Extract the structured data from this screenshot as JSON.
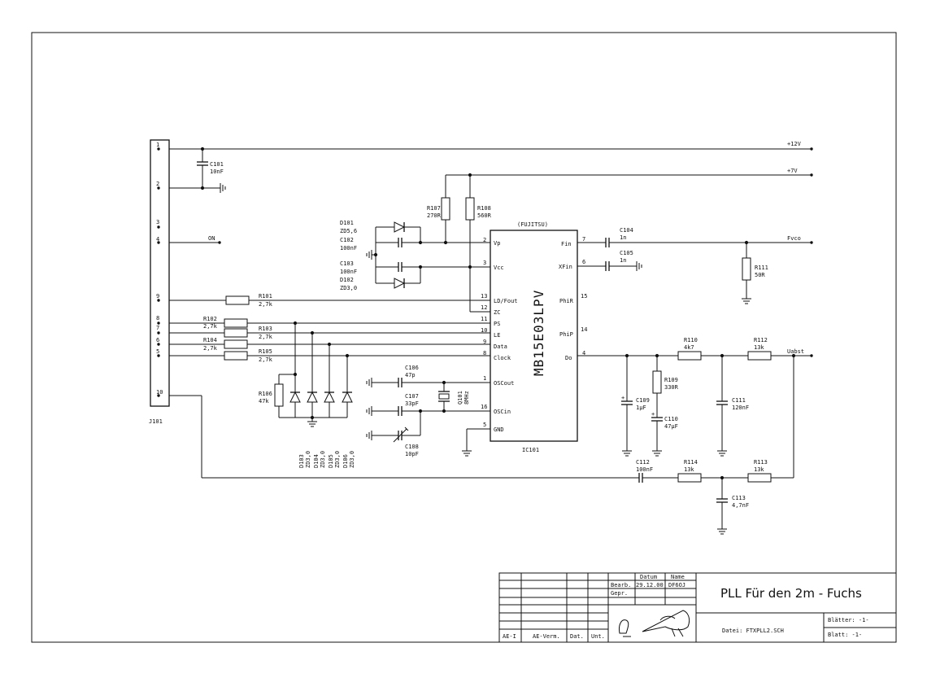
{
  "connector": {
    "ref": "J101",
    "pins": [
      "1",
      "2",
      "3",
      "4",
      "9",
      "8",
      "7",
      "6",
      "5",
      "10"
    ]
  },
  "nets": {
    "p12v": "+12V",
    "p7v": "+7V",
    "on": "ON",
    "fvco": "Fvco",
    "uabst": "Uabst"
  },
  "ic": {
    "maker": "(FUJITSU)",
    "part": "MB15E03LPV",
    "ref": "IC101",
    "left_pins": [
      {
        "num": "2",
        "name": "Vp"
      },
      {
        "num": "3",
        "name": "Vcc"
      },
      {
        "num": "13",
        "name": "LD/Fout"
      },
      {
        "num": "12",
        "name": "ZC"
      },
      {
        "num": "11",
        "name": "PS"
      },
      {
        "num": "10",
        "name": "LE"
      },
      {
        "num": "9",
        "name": "Data"
      },
      {
        "num": "8",
        "name": "Clock"
      },
      {
        "num": "1",
        "name": "OSCout"
      },
      {
        "num": "16",
        "name": "OSCin"
      },
      {
        "num": "5",
        "name": "GND"
      }
    ],
    "right_pins": [
      {
        "num": "7",
        "name": "Fin"
      },
      {
        "num": "6",
        "name": "XFin"
      },
      {
        "num": "15",
        "name": "PhiR"
      },
      {
        "num": "14",
        "name": "PhiP"
      },
      {
        "num": "4",
        "name": "Do"
      }
    ]
  },
  "components": {
    "c101": {
      "ref": "C101",
      "val": "10nF"
    },
    "d101": {
      "ref": "D101",
      "val": "ZD5,6"
    },
    "c102": {
      "ref": "C102",
      "val": "100nF"
    },
    "c103": {
      "ref": "C103",
      "val": "100nF"
    },
    "d102": {
      "ref": "D102",
      "val": "ZD3,0"
    },
    "r107": {
      "ref": "R107",
      "val": "270R"
    },
    "r108": {
      "ref": "R108",
      "val": "560R"
    },
    "r101": {
      "ref": "R101",
      "val": "2,7k"
    },
    "r102": {
      "ref": "R102",
      "val": "2,7k"
    },
    "r103": {
      "ref": "R103",
      "val": "2,7k"
    },
    "r104": {
      "ref": "R104",
      "val": "2,7k"
    },
    "r105": {
      "ref": "R105",
      "val": "2,7k"
    },
    "r106": {
      "ref": "R106",
      "val": "47k"
    },
    "d103": {
      "ref": "D103",
      "val": "ZD3,0"
    },
    "d104": {
      "ref": "D104",
      "val": "ZD3,0"
    },
    "d105": {
      "ref": "D105",
      "val": "ZD3,0"
    },
    "d106": {
      "ref": "D106",
      "val": "ZD3,0"
    },
    "c106": {
      "ref": "C106",
      "val": "47p"
    },
    "c107": {
      "ref": "C107",
      "val": "33pF"
    },
    "c108": {
      "ref": "C108",
      "val": "10pF"
    },
    "q101": {
      "ref": "Q101",
      "val": "8MHz"
    },
    "c104": {
      "ref": "C104",
      "val": "1n"
    },
    "c105": {
      "ref": "C105",
      "val": "1n"
    },
    "r111": {
      "ref": "R111",
      "val": "50R"
    },
    "r110": {
      "ref": "R110",
      "val": "4k7"
    },
    "r112": {
      "ref": "R112",
      "val": "13k"
    },
    "r109": {
      "ref": "R109",
      "val": "330R"
    },
    "c109": {
      "ref": "C109",
      "val": "1µF"
    },
    "c110": {
      "ref": "C110",
      "val": "47µF"
    },
    "c111": {
      "ref": "C111",
      "val": "120nF"
    },
    "c112": {
      "ref": "C112",
      "val": "100nF"
    },
    "r114": {
      "ref": "R114",
      "val": "13k"
    },
    "r113": {
      "ref": "R113",
      "val": "13k"
    },
    "c113": {
      "ref": "C113",
      "val": "4,7nF"
    }
  },
  "title_block": {
    "hdr_datum": "Datum",
    "hdr_name": "Name",
    "bearb": "Bearb.",
    "gepr": "Gepr.",
    "date": "29.12.00",
    "name": "DF6OJ",
    "title": "PLL Für den 2m - Fuchs",
    "file": "Datei: FTXPLL2.SCH",
    "blaetter": "Blätter: -1-",
    "blatt": "Blatt: -1-",
    "ae_i": "AE-I",
    "ae_verm": "AE-Verm.",
    "dat": "Dat.",
    "unt": "Unt."
  }
}
